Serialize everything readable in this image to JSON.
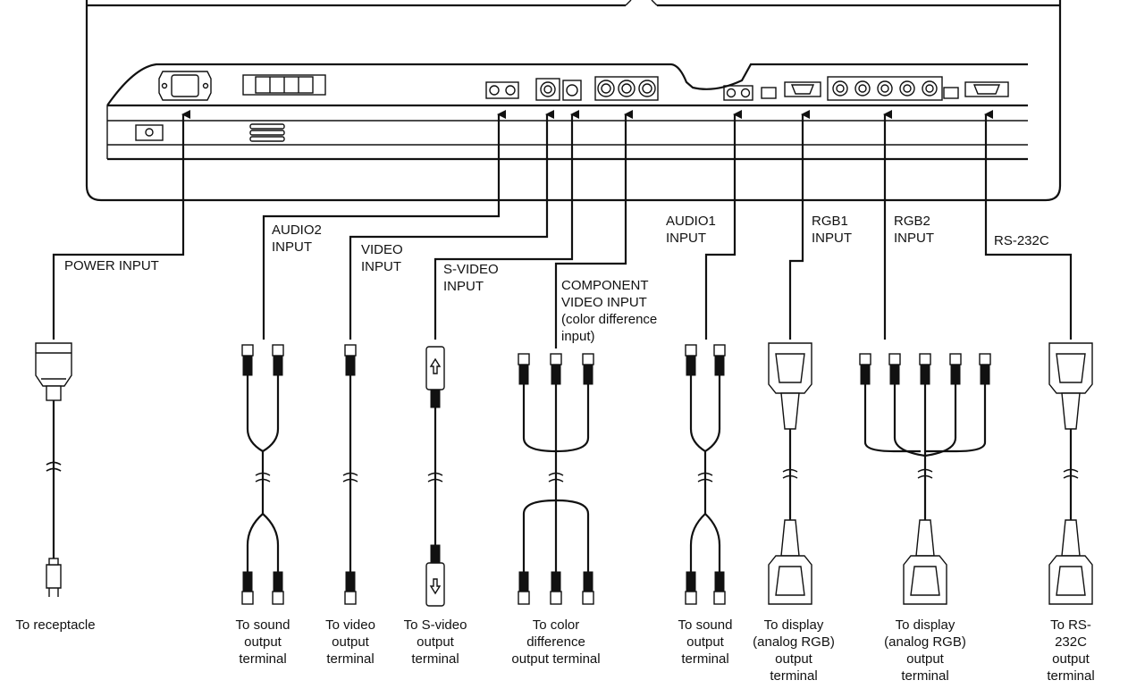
{
  "labels": {
    "power_input": "POWER INPUT",
    "audio2_input": "AUDIO2\nINPUT",
    "video_input": "VIDEO\nINPUT",
    "s_video_input": "S-VIDEO\nINPUT",
    "component_video_input": "COMPONENT\nVIDEO INPUT\n(color difference\ninput)",
    "audio1_input": "AUDIO1\nINPUT",
    "rgb1_input": "RGB1\nINPUT",
    "rgb2_input": "RGB2\nINPUT",
    "rs232c": "RS-232C"
  },
  "captions": {
    "receptacle": "To receptacle",
    "sound1": "To sound\noutput\nterminal",
    "video": "To video\noutput\nterminal",
    "s_video": "To S-video\noutput\nterminal",
    "color_diff": "To color\ndifference\noutput terminal",
    "sound2": "To sound\noutput\nterminal",
    "display1": "To display\n(analog RGB)\noutput\nterminal",
    "display2": "To display\n(analog RGB)\noutput\nterminal",
    "rs232c_out": "To RS-232C\noutput\nterminal"
  }
}
